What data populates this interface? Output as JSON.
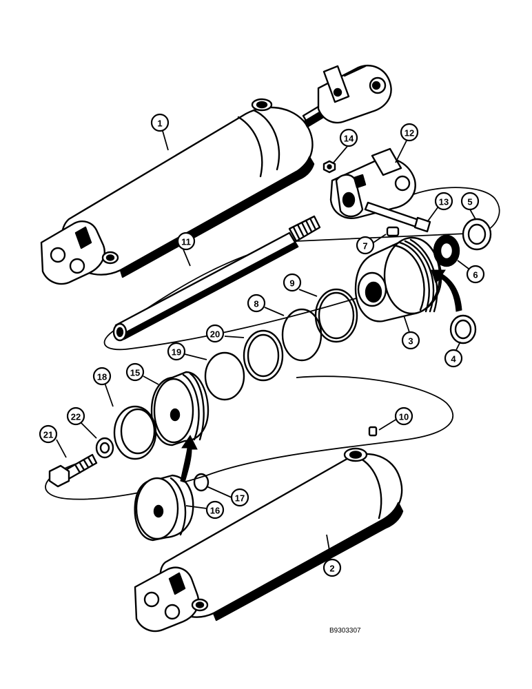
{
  "drawing_id": "B9303307",
  "callouts": [
    {
      "number": "1"
    },
    {
      "number": "2"
    },
    {
      "number": "3"
    },
    {
      "number": "4"
    },
    {
      "number": "5"
    },
    {
      "number": "6"
    },
    {
      "number": "7"
    },
    {
      "number": "8"
    },
    {
      "number": "9"
    },
    {
      "number": "10"
    },
    {
      "number": "11"
    },
    {
      "number": "12"
    },
    {
      "number": "13"
    },
    {
      "number": "14"
    },
    {
      "number": "15"
    },
    {
      "number": "16"
    },
    {
      "number": "17"
    },
    {
      "number": "18"
    },
    {
      "number": "19"
    },
    {
      "number": "20"
    },
    {
      "number": "21"
    },
    {
      "number": "22"
    }
  ]
}
